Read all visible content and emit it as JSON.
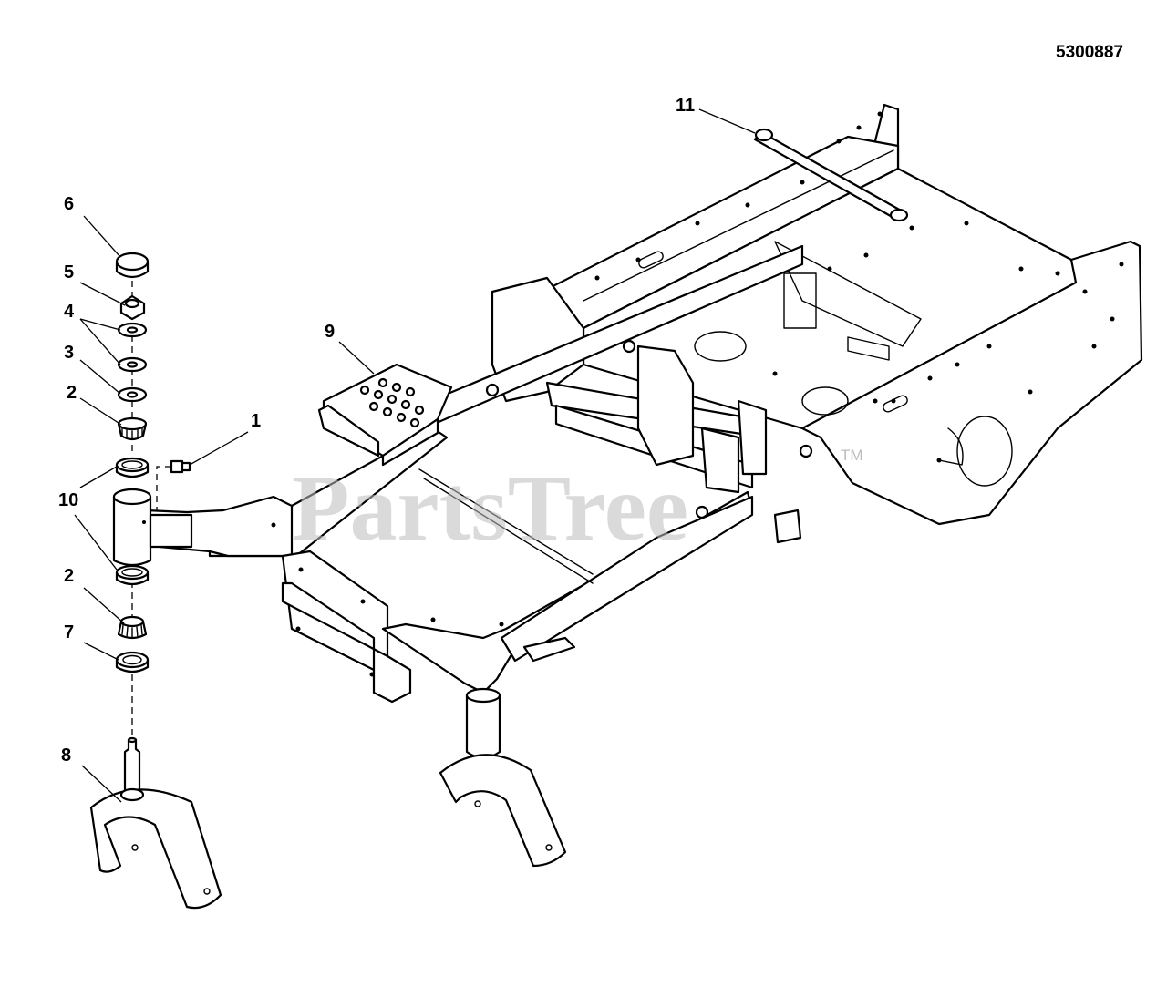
{
  "drawing_number": "5300887",
  "watermark": {
    "text": "PartsTree",
    "trademark": "TM"
  },
  "callouts": {
    "c1": "1",
    "c2a": "2",
    "c2b": "2",
    "c3": "3",
    "c4": "4",
    "c5": "5",
    "c6": "6",
    "c7": "7",
    "c8": "8",
    "c9": "9",
    "c10": "10",
    "c11": "11"
  }
}
